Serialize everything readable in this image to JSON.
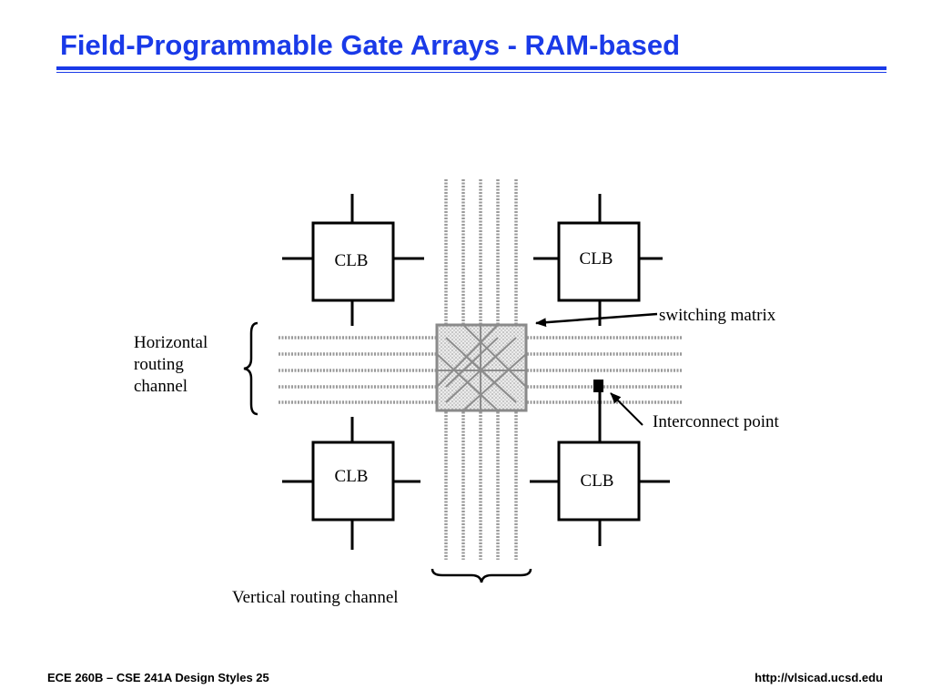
{
  "slide": {
    "title": "Field-Programmable Gate Arrays - RAM-based",
    "footer_left": "ECE 260B – CSE 241A Design Styles 25",
    "footer_right": "http://vlsicad.ucsd.edu"
  },
  "diagram": {
    "clb_labels": [
      "CLB",
      "CLB",
      "CLB",
      "CLB"
    ],
    "labels": {
      "switching_matrix": "switching matrix",
      "horizontal_channel": [
        "Horizontal",
        "routing",
        "channel"
      ],
      "interconnect_point": "Interconnect point",
      "vertical_channel": "Vertical routing channel"
    },
    "colors": {
      "title": "#1a3ae8",
      "routing_track": "#9a9a9a",
      "switch_fill": "#e2e2e2"
    }
  }
}
